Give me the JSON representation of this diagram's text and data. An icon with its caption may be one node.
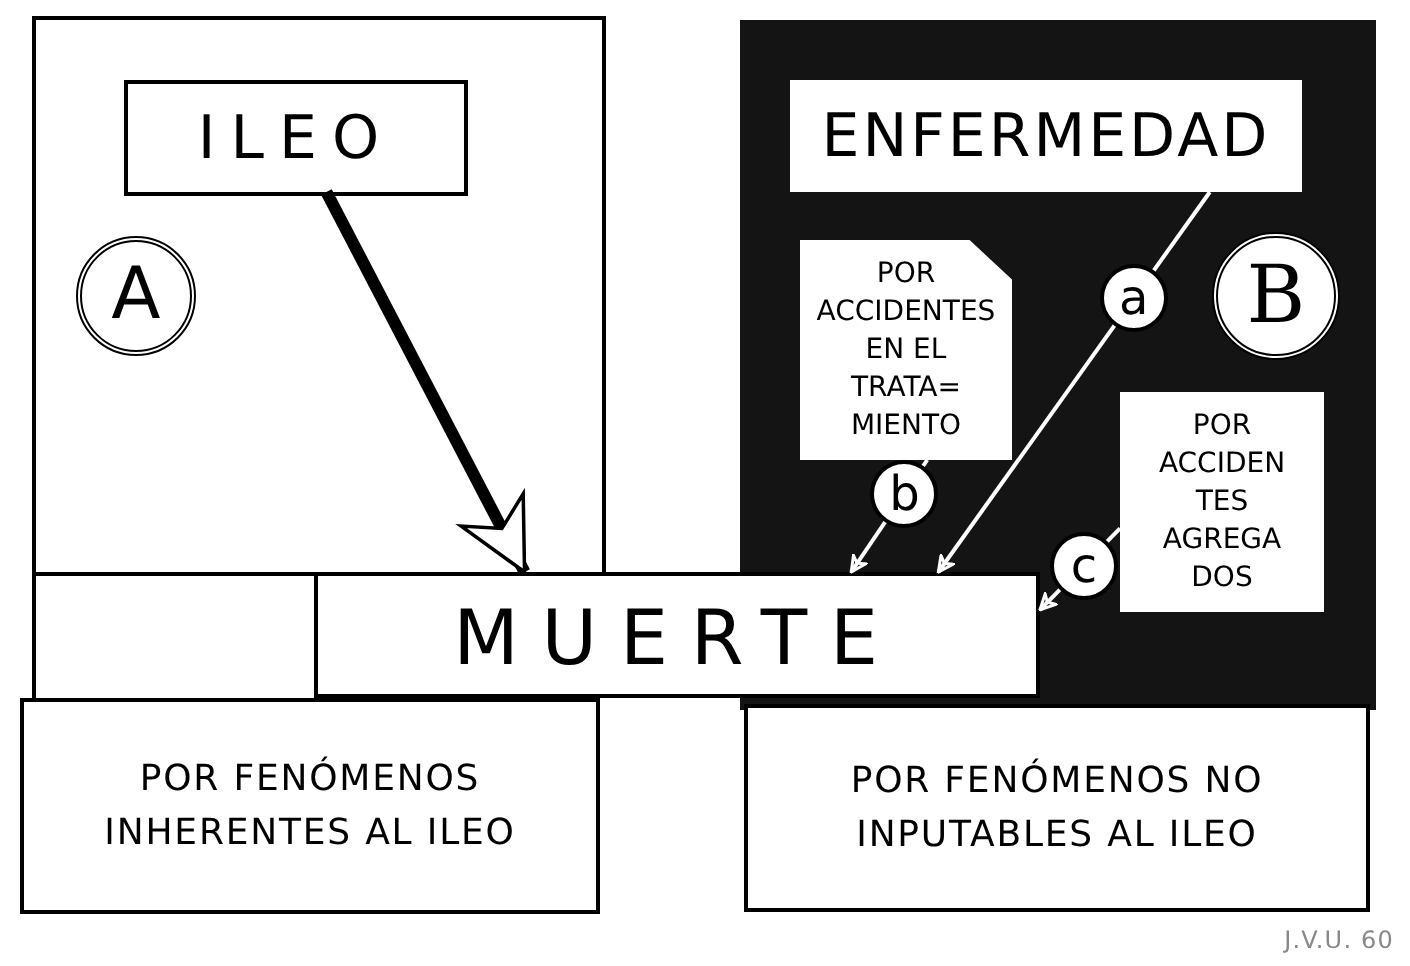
{
  "diagram": {
    "nodes": [
      {
        "text": [],
        "shape": "box"
      },
      {
        "text": [
          "ILEO"
        ],
        "in": 0
      },
      {
        "text": [],
        "shape": "box"
      },
      {
        "text": [
          "ENFERMEDAD"
        ],
        "in": 2
      },
      {
        "text": [
          "POR ACCIDENTES EN EL TRATA= MIENTO"
        ],
        "in": 2
      },
      {
        "text": [
          "POR ACCIDEN TES AGREGA DOS"
        ],
        "in": 2
      },
      {
        "text": [
          "MUERTE"
        ]
      },
      {
        "text": [
          "POR FENÓMENOS INHERENTES AL ILEO"
        ]
      },
      {
        "text": [
          "POR FENÓMENOS NO INPUTABLES AL ILEO"
        ]
      }
    ],
    "edges": [
      {
        "from": 1,
        "to": 6,
        "arrow": "to",
        "style": "thick",
        "color": "#000000"
      },
      {
        "from": 3,
        "to": 6,
        "arrow": "to",
        "label": "a"
      },
      {
        "from": 4,
        "to": 6,
        "arrow": "to",
        "label": "b"
      },
      {
        "from": 5,
        "to": 6,
        "arrow": "to",
        "label": "c"
      }
    ],
    "labels": [
      "A",
      "B",
      "J.V.U. 60"
    ]
  }
}
